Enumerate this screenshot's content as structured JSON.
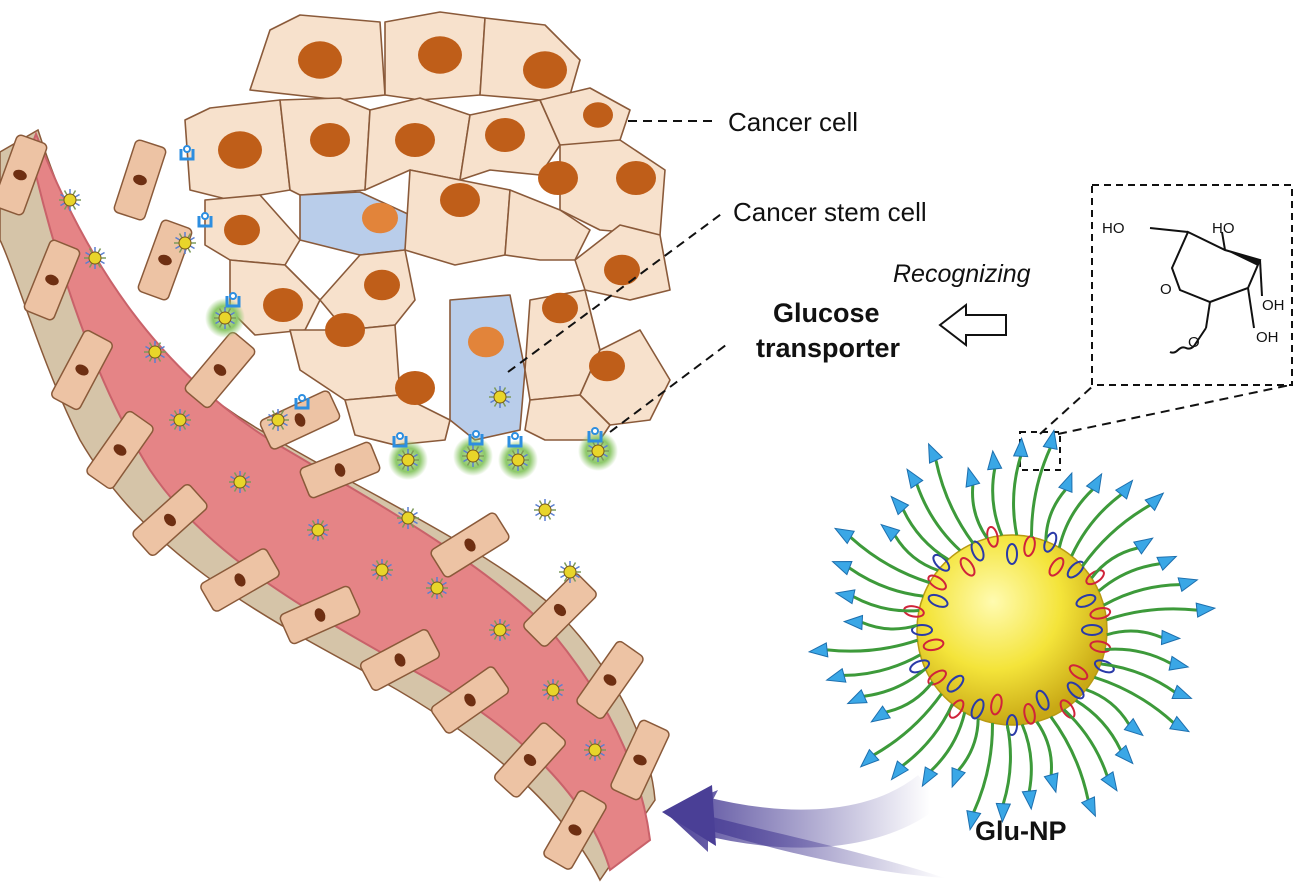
{
  "labels": {
    "cancer_cell": "Cancer cell",
    "cancer_stem_cell": "Cancer stem cell",
    "recognizing": "Recognizing",
    "glucose_line1": "Glucose",
    "glucose_line2": "transporter",
    "glu_np": "Glu-NP"
  },
  "structure_labels": {
    "ho_left": "HO",
    "ho_top": "HO",
    "oh_right": "OH",
    "oh_bottom": "OH",
    "ring_o": "O",
    "link_o": "O"
  },
  "colors": {
    "vessel": "#e58486",
    "vessel_edge": "#c9626a",
    "endothelial": "#edc3a4",
    "cell_fill": "#f7e1cc",
    "cell_edge": "#8a5a3a",
    "nucleus": "#bf5e19",
    "stem_fill": "#b9cdea",
    "stem_nucleus": "#e2843a",
    "transporter": "#2d8ee0",
    "np_core": "#f4e43a",
    "ligand": "#3aa7e6",
    "glow": "#8dc86a",
    "arrow": "#4a3f96"
  }
}
